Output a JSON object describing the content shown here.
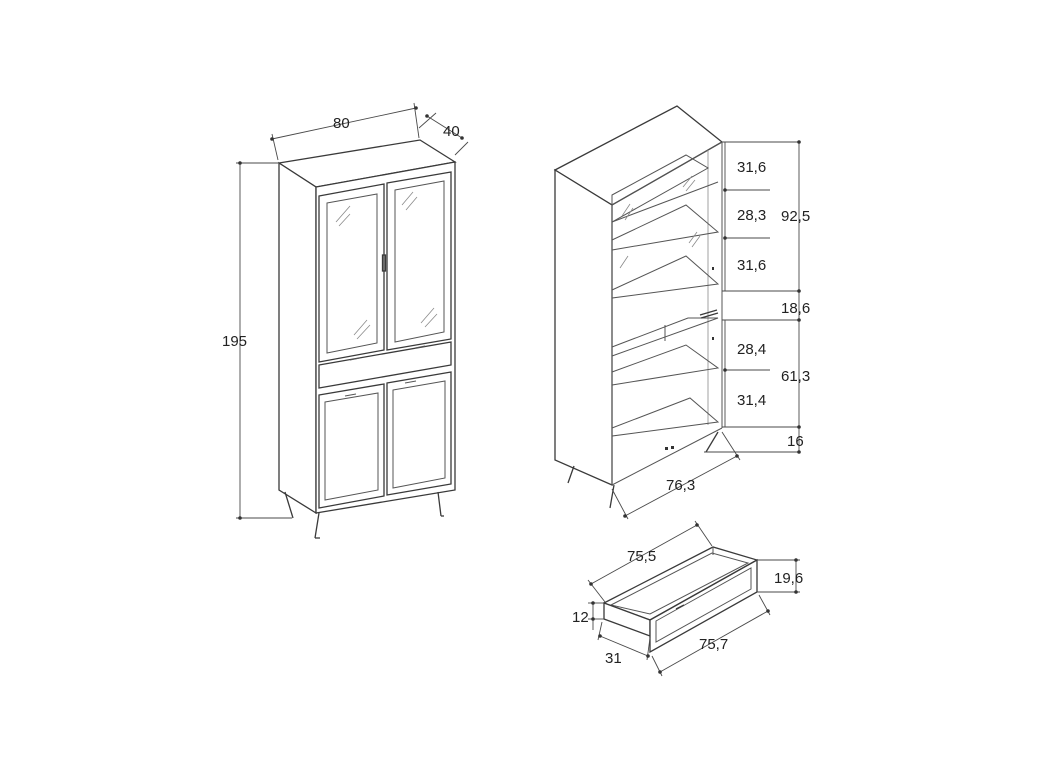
{
  "dimensions": {
    "width": "80",
    "depth": "40",
    "height": "195",
    "shelf_1": "31,6",
    "shelf_2": "28,3",
    "shelf_3": "31,6",
    "upper_total": "92,5",
    "drawer_space": "18,6",
    "shelf_4": "28,4",
    "lower_total": "61,3",
    "shelf_5": "31,4",
    "leg_height": "16",
    "inner_width": "76,3",
    "drawer_inner_width": "75,5",
    "drawer_front_height": "19,6",
    "drawer_side_height": "12",
    "drawer_depth": "31",
    "drawer_front_width": "75,7"
  }
}
